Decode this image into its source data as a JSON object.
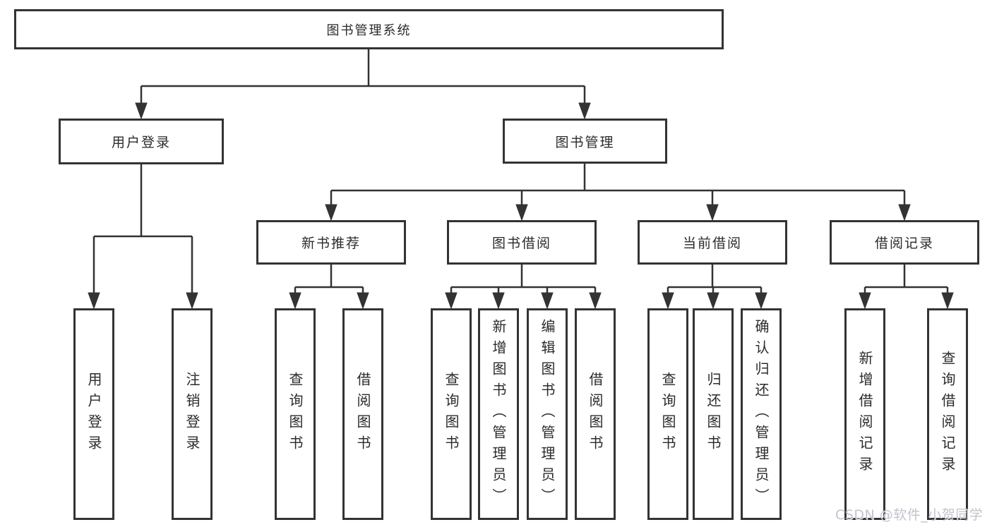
{
  "nodes": {
    "system": "图书管理系统",
    "user_login": "用户登录",
    "book_management": "图书管理",
    "new_book_recommend": "新书推荐",
    "book_borrow": "图书借阅",
    "current_borrow": "当前借阅",
    "borrow_records": "借阅记录",
    "leaf_user_login": "用户登录",
    "leaf_logout": "注销登录",
    "leaf_query_book_rec": "查询图书",
    "leaf_borrow_book_rec": "借阅图书",
    "leaf_query_book_borrow": "查询图书",
    "leaf_add_book_admin": "新增图书（管理员）",
    "leaf_edit_book_admin": "编辑图书（管理员）",
    "leaf_borrow_book_borrow": "借阅图书",
    "leaf_query_book_current": "查询图书",
    "leaf_return_book": "归还图书",
    "leaf_confirm_return_admin": "确认归还（管理员）",
    "leaf_add_borrow_record": "新增借阅记录",
    "leaf_query_borrow_record": "查询借阅记录"
  },
  "watermark": "CSDN @软件_小贺同学",
  "colors": {
    "line": "#333333",
    "text": "#2b2b2b",
    "background": "#ffffff",
    "watermark": "#bdbec8"
  }
}
